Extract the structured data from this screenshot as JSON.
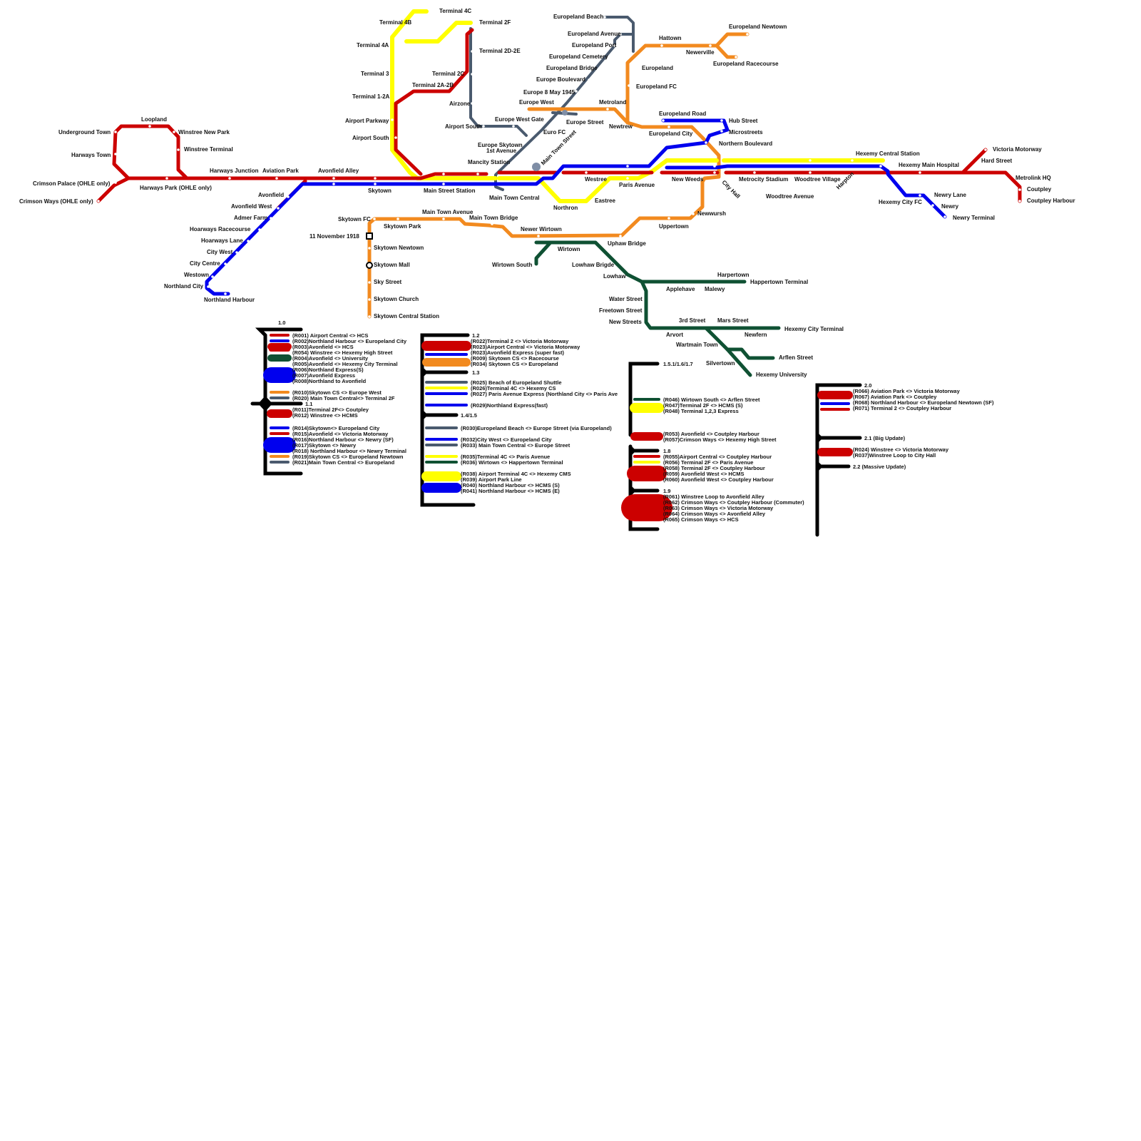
{
  "colors": {
    "red": "#cc0000",
    "blue": "#0000ee",
    "yellow": "#ffff00",
    "orange": "#f28a1f",
    "green": "#0f5133",
    "grey": "#4a5a6e",
    "black": "#000000"
  },
  "stations": {
    "underground_town": "Underground Town",
    "loopland": "Loopland",
    "winstree_new_park": "Winstree New Park",
    "harways_town": "Harways Town",
    "winstree_terminal": "Winstree Terminal",
    "crimson_palace": "Crimson Palace (OHLE only)",
    "crimson_ways": "Crimson Ways (OHLE only)",
    "harways_park": "Harways Park (OHLE only)",
    "harways_junction": "Harways Junction",
    "aviation_park": "Aviation Park",
    "avonfield_alley": "Avonfield Alley",
    "avonfield": "Avonfield",
    "avonfield_west": "Avonfield West",
    "admer_farm": "Admer Farm",
    "hoarways_racecourse": "Hoarways Racecourse",
    "hoarways_lane": "Hoarways Lane",
    "city_west": "City West",
    "city_centre": "City Centre",
    "westown": "Westown",
    "northland_city": "Northland City",
    "northland_harbour": "Northland Harbour",
    "skytown": "Skytown",
    "main_street_station": "Main Street Station",
    "mancity_station": "Mancity Station",
    "terminal_4c": "Terminal 4C",
    "terminal_4b": "Terminal 4B",
    "terminal_2f": "Terminal 2F",
    "terminal_4a": "Terminal 4A",
    "terminal_2d_2e": "Terminal 2D-2E",
    "terminal_3": "Terminal 3",
    "terminal_2c": "Terminal 2C",
    "terminal_2a_2b": "Terminal 2A-2B",
    "terminal_1_2a": "Terminal 1-2A",
    "airzone": "Airzone",
    "airport_parkway": "Airport Parkway",
    "airport_south": "Airport South",
    "airport_south2": "Airport South",
    "europeland_beach": "Europeland Beach",
    "europeland_avenue": "Europeland Avenue",
    "europeland_port": "Europeland Port",
    "europeland_cemetery": "Europeland Cemetery",
    "europeland_bridge": "Europeland Bridge",
    "europe_boulevard": "Europe Boulevard",
    "europe_8_may": "Europe 8 May 1945",
    "europe_west": "Europe West",
    "europe_west_gate": "Europe West Gate",
    "euro_fc": "Euro FC",
    "europe_street": "Europe Street",
    "europe_skytown": "Europe Skytown",
    "first_avenue": "1st Avenue",
    "main_town_street": "Main Town Street",
    "main_town_central": "Main Town Central",
    "europeland": "Europeland",
    "europeland_fc": "Europeland FC",
    "hattown": "Hattown",
    "newerville": "Newerville",
    "europeland_newtown": "Europeland Newtown",
    "europeland_racecourse": "Europeland Racecourse",
    "metroland": "Metroland",
    "newtrew": "Newtrew",
    "europeland_road": "Europeland Road",
    "europeland_city": "Europeland City",
    "hub_street": "Hub Street",
    "microstreets": "Microstreets",
    "northern_boulevard": "Northern Boulevard",
    "westree": "Westree",
    "paris_avenue": "Paris Avenue",
    "new_weeds": "New Weeds",
    "city_hall": "City Hall",
    "eastree": "Eastree",
    "northron": "Northron",
    "metrocity_stadium": "Metrocity Stadium",
    "woodtree_village": "Woodtree Village",
    "woodtree_avenue": "Woodtree Avenue",
    "harpton": "Harpton",
    "hexemy_central_station": "Hexemy Central Station",
    "hexemy_main_hospital": "Hexemy Main Hospital",
    "hexemy_city_fc": "Hexemy City FC",
    "newry_lane": "Newry Lane",
    "newry": "Newry",
    "newry_terminal": "Newry Terminal",
    "victoria_motorway": "Victoria Motorway",
    "hard_street": "Hard Street",
    "metrolink_hq": "Metrolink HQ",
    "coutpley": "Coutpley",
    "coutpley_harbour": "Coutpley Harbour",
    "skytown_fc": "Skytown FC",
    "skytown_park": "Skytown Park",
    "main_town_avenue": "Main Town Avenue",
    "main_town_bridge": "Main Town Bridge",
    "newer_wirtown": "Newer Wirtown",
    "wirtown": "Wirtown",
    "uphaw_bridge": "Uphaw Bridge",
    "uppertown": "Uppertown",
    "newwursh": "Newwursh",
    "nov_1918": "11 November 1918",
    "skytown_newtown": "Skytown Newtown",
    "skytown_mall": "Skytown Mall",
    "sky_street": "Sky Street",
    "skytown_church": "Skytown Church",
    "skytown_central": "Skytown Central Station",
    "wirtown_south": "Wirtown South",
    "lowhaw_bridge": "Lowhaw Brigde",
    "lowhaw": "Lowhaw",
    "applehave": "Applehave",
    "malewy": "Malewy",
    "harpertown": "Harpertown",
    "happertown_terminal": "Happertown Terminal",
    "water_street": "Water Street",
    "freetown_street": "Freetown Street",
    "new_streets": "New Streets",
    "third_street": "3rd Street",
    "mars_street": "Mars Street",
    "arvort": "Arvort",
    "newfern": "Newfern",
    "hexemy_city_terminal": "Hexemy City Terminal",
    "wartmain_town": "Wartmain Town",
    "arflen_street": "Arflen Street",
    "silvertown": "Silvertown",
    "hexemy_university": "Hexemy University"
  },
  "legend": {
    "v1_0": "1.0",
    "v1_1": "1.1",
    "v1_2": "1.2",
    "v1_3": "1.3",
    "v1_4": "1.4/1.5",
    "v1_5": "1.5.1/1.6/1.7",
    "v1_8": "1.8",
    "v1_9": "1.9",
    "v2_0": "2.0",
    "v2_1": "2.1 (Big Update)",
    "v2_2": "2.2 (Massive Update)",
    "r001": "(R001) Airport Central <> HCS",
    "r002": "(R002)Northland Harbour <> Europeland City",
    "r003": "(R003)Avonfield <> HCS",
    "r054": "(R054) Winstree <> Hexemy High Street",
    "r004": "(R004)Avonfield <> University",
    "r005": "(R005)Avonfield <> Hexemy City Terminal",
    "r006": "(R006)Northland Express(S)",
    "r007": "(R007)Avonfield Express",
    "r008": "(R008)Northland to Avonfield",
    "r010": "(R010)Skytown CS <> Europe West",
    "r020": "(R020) Main Town Central<> Terminal 2F",
    "r011": "(R011)Terminal 2F<> Coutpley",
    "r012": "(R012) Winstree <> HCMS",
    "r014": "(R014)Skytown<> Europeland City",
    "r015": "(R015)Avonfield <> Victoria Motorway",
    "r016": "(R016)Northland Harbour <> Newry (SF)",
    "r017": "(R017)Skytown <> Newry",
    "r018": "(R018) Northland Harbour <> Newry Terminal",
    "r019": "(R019)Skytown CS <> Europeland Newtown",
    "r021": "(R021)Main Town Central <> Europeland",
    "r022": "(R022)Terminal 2 <> Victoria Motorway",
    "r023a": "(R023)Airport Central <> Victoria Motorway",
    "r023b": "(R023)Avonfield Express (super fast)",
    "r009": "(R009) Skytown CS <> Racecourse",
    "r034": "(R034) Skytown CS <> Europeland",
    "r025": "(R025) Beach of Europeland Shuttle",
    "r026": "(R026)Terminal 4C <> Hexemy CS",
    "r027": "(R027) Paris Avenue Express (Northland City <> Paris Ave",
    "r029": "(R029)Northland Express(fast)",
    "r030": "(R030)Europeland Beach <> Europe Street (via Europeland)",
    "r032": "(R032)City West <> Europeland City",
    "r033": "(R033) Main Town Central <> Europe Street",
    "r035": "(R035)Terminal 4C <> Paris Avenue",
    "r036": "(R036) Wirtown <> Happertown Terminal",
    "r038": "(R038) Airport Terminal 4C <> Hexemy CMS",
    "r039": "(R039) Airport Park Line",
    "r040": "(R040) Northland Harbour <> HCMS (S)",
    "r041": "(R041) Northland Harbour <> HCMS (E)",
    "r046": "(R046) Wirtown South <> Arflen Street",
    "r047": "(R047)Terminal 2F <> HCMS (S)",
    "r048": "(R048) Terminal 1,2,3 Express",
    "r053": "(R053) Avonfield <> Coutpley Harbour",
    "r057": "(R057)Crimson Ways <> Hexemy High Street",
    "r055": "(R055)Airport Central <> Coutpley Harbour",
    "r056": "(R056) Terminal 2F <> Paris Avenue",
    "r058": "(R058) Terminal 2F <> Coutpley Harbour",
    "r059": "(R059) Avonfield West <> HCMS",
    "r060": "(R060) Avonfield West <> Coutpley Harbour",
    "r061": "(R061) Winstree Loop to Avonfield Alley",
    "r062": "(R062) Crimson Ways <> Coutpley Harbour (Commuter)",
    "r063": "(R063) Crimson Ways <> Victoria Motorway",
    "r064": "(R064) Crimson Ways <> Avonfield Alley",
    "r065": "(R065) Crimson Ways <> HCS",
    "r066": "(R066) Aviation Park <> Victoria Motorway",
    "r067": "(R067) Aviation Park <> Coutpley",
    "r068": "(R068) Northland Harbour <> Europeland Newtown (SF)",
    "r071": "(R071) Terminal 2 <> Coutpley Harbour",
    "r024": "(R024) Winstree <> Victoria Motorway",
    "r037": "(R037)Winstree Loop to City Hall"
  }
}
